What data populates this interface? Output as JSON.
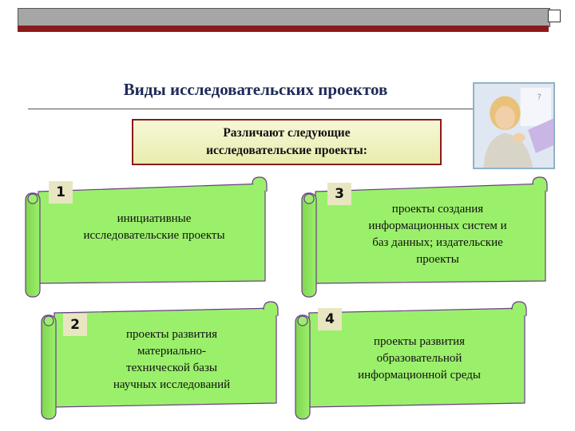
{
  "slide": {
    "title": "Виды исследовательских проектов",
    "intro_line1": "Различают следующие",
    "intro_line2": "исследовательские проекты:"
  },
  "photo": {
    "icon": "woman-thinking-photo"
  },
  "projects": [
    {
      "number": "1",
      "lines": [
        "инициативные",
        "исследовательские проекты"
      ]
    },
    {
      "number": "2",
      "lines": [
        "проекты развития",
        "материально-",
        "технической базы",
        "научных исследований"
      ]
    },
    {
      "number": "3",
      "lines": [
        "проекты создания",
        "информационных систем и",
        "баз данных; издательские",
        "проекты"
      ]
    },
    {
      "number": "4",
      "lines": [
        "проекты развития",
        "образовательной",
        "информационной среды"
      ]
    }
  ],
  "colors": {
    "scroll_fill": "#9bf06b",
    "scroll_stroke": "#6b3b8a",
    "accent": "#8b1a1a",
    "title": "#1f2a56"
  }
}
